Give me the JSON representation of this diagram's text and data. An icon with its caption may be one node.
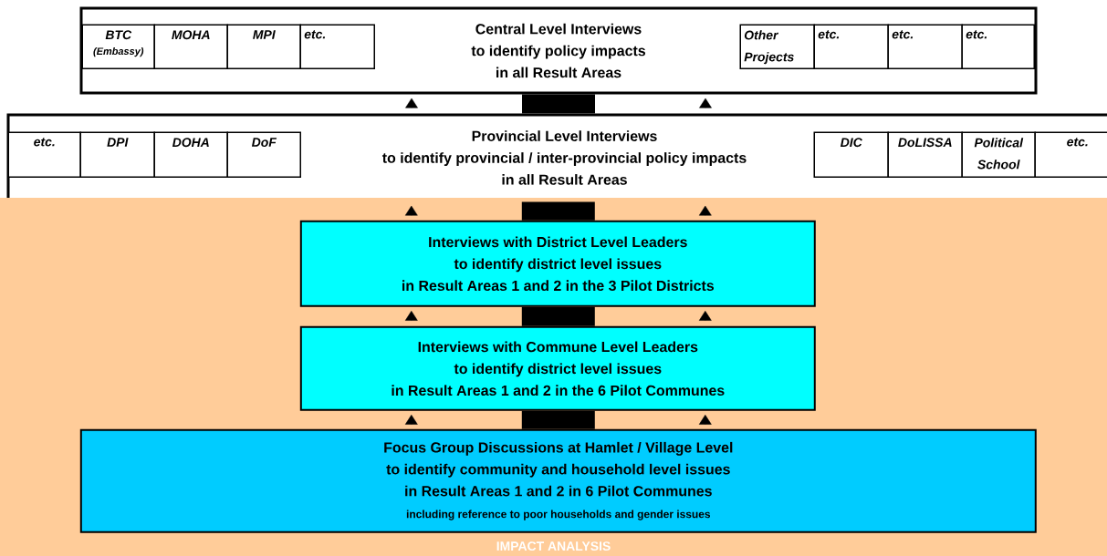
{
  "diagram": {
    "nodes": [
      {
        "text": [
          "Central Level Interviews",
          "to identify policy impacts",
          "in all Result Areas"
        ]
      },
      {
        "text": [
          "BTC",
          "(Embassy)"
        ],
        "in": 0
      },
      {
        "text": [
          "MOHA"
        ],
        "in": 0
      },
      {
        "text": [
          "MPI"
        ],
        "in": 0
      },
      {
        "text": [
          "etc."
        ],
        "in": 0
      },
      {
        "text": [
          "Other Projects"
        ],
        "in": 0
      },
      {
        "text": [
          "etc."
        ],
        "in": 0
      },
      {
        "text": [
          "etc."
        ],
        "in": 0
      },
      {
        "text": [
          "etc."
        ],
        "in": 0
      },
      {
        "text": [
          "Provincial Level Interviews",
          "to identify provincial / inter-provincial policy impacts",
          "in all Result Areas"
        ]
      },
      {
        "text": [
          "etc."
        ],
        "in": 9
      },
      {
        "text": [
          "DPI"
        ],
        "in": 9
      },
      {
        "text": [
          "DOHA"
        ],
        "in": 9
      },
      {
        "text": [
          "DoF"
        ],
        "in": 9
      },
      {
        "text": [
          "DIC"
        ],
        "in": 9
      },
      {
        "text": [
          "DoLISSA"
        ],
        "in": 9
      },
      {
        "text": [
          "Political School"
        ],
        "in": 9
      },
      {
        "text": [
          "etc."
        ],
        "in": 9
      },
      {
        "text": [
          "IMPACT ANALYSIS"
        ]
      },
      {
        "text": [
          "Interviews with District Level Leaders",
          "to identify district level issues",
          "in Result Areas 1 and 2 in the 3 Pilot Districts"
        ],
        "in": 18
      },
      {
        "text": [
          "Interviews with Commune Level Leaders",
          "to identify district level issues",
          "in Result Areas 1 and 2 in the 6 Pilot Communes"
        ],
        "in": 18
      },
      {
        "text": [
          "Focus Group Discussions at Hamlet / Village Level",
          "to identify community and household level issues",
          "in Result Areas 1 and 2 in 6 Pilot Communes",
          "including reference to poor households and gender issues"
        ],
        "in": 18
      }
    ],
    "edges": [
      {
        "from": 21,
        "to": 20,
        "arrow": "to"
      },
      {
        "from": 21,
        "to": 20,
        "arrow": "none",
        "style": "thick"
      },
      {
        "from": 21,
        "to": 20,
        "arrow": "to"
      },
      {
        "from": 20,
        "to": 19,
        "arrow": "to"
      },
      {
        "from": 20,
        "to": 19,
        "arrow": "none",
        "style": "thick"
      },
      {
        "from": 20,
        "to": 19,
        "arrow": "to"
      },
      {
        "from": 19,
        "to": 9,
        "arrow": "to"
      },
      {
        "from": 19,
        "to": 9,
        "arrow": "none",
        "style": "thick"
      },
      {
        "from": 19,
        "to": 9,
        "arrow": "to"
      },
      {
        "from": 9,
        "to": 0,
        "arrow": "to"
      },
      {
        "from": 9,
        "to": 0,
        "arrow": "none",
        "style": "thick"
      },
      {
        "from": 9,
        "to": 0,
        "arrow": "to"
      }
    ]
  }
}
